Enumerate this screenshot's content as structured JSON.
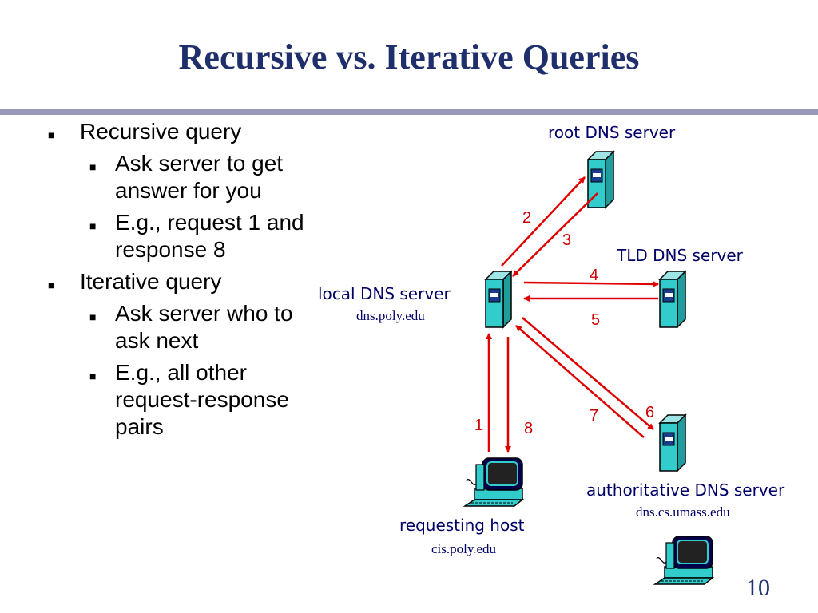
{
  "slide": {
    "title": "Recursive vs. Iterative Queries",
    "page_number": "10"
  },
  "bullets": [
    {
      "text": "Recursive query",
      "sub": [
        "Ask server to get answer for you",
        "E.g., request 1 and response 8"
      ]
    },
    {
      "text": "Iterative query",
      "sub": [
        "Ask server who to ask next",
        "E.g., all other request-response pairs"
      ]
    }
  ],
  "diagram": {
    "root_label": "root DNS server",
    "tld_label": "TLD DNS server",
    "local_label": "local DNS server",
    "local_host": "dns.poly.edu",
    "auth_label": "authoritative DNS server",
    "auth_host": "dns.cs.umass.edu",
    "host_label": "requesting host",
    "host_name": "cis.poly.edu",
    "arrow_numbers": [
      "1",
      "2",
      "3",
      "4",
      "5",
      "6",
      "7",
      "8"
    ],
    "arrow_color": "#e00000",
    "server_color": "#33cccc"
  }
}
